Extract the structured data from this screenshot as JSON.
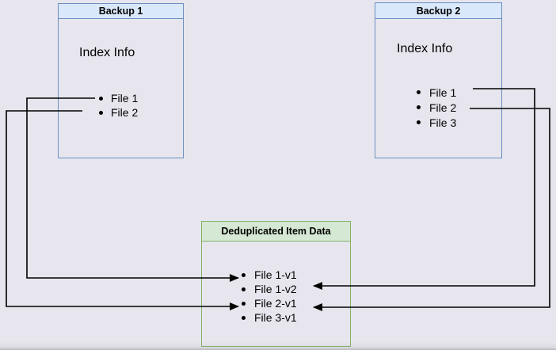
{
  "diagram": {
    "type": "backup-deduplication-diagram",
    "background_color": "#e7e6ee",
    "arrow_color": "#000000"
  },
  "backup1": {
    "title": "Backup 1",
    "subtitle": "Index Info",
    "items": [
      "File 1",
      "File 2"
    ],
    "border_color": "#6c8ebf",
    "header_fill": "#dae8fc"
  },
  "backup2": {
    "title": "Backup 2",
    "subtitle": "Index Info",
    "items": [
      "File 1",
      "File 2",
      "File 3"
    ],
    "border_color": "#6c8ebf",
    "header_fill": "#dae8fc"
  },
  "dedup": {
    "title": "Deduplicated Item Data",
    "items": [
      "File 1-v1",
      "File 1-v2",
      "File 2-v1",
      "File 3-v1"
    ],
    "border_color": "#82b366",
    "header_fill": "#d5e8d4"
  },
  "connections": [
    {
      "from": "Backup 1 / File 1",
      "to": "File 1-v1"
    },
    {
      "from": "Backup 1 / File 2",
      "to": "File 2-v1"
    },
    {
      "from": "Backup 2 / File 1",
      "to": "File 1-v2"
    },
    {
      "from": "Backup 2 / File 2",
      "to": "File 2-v1"
    }
  ]
}
